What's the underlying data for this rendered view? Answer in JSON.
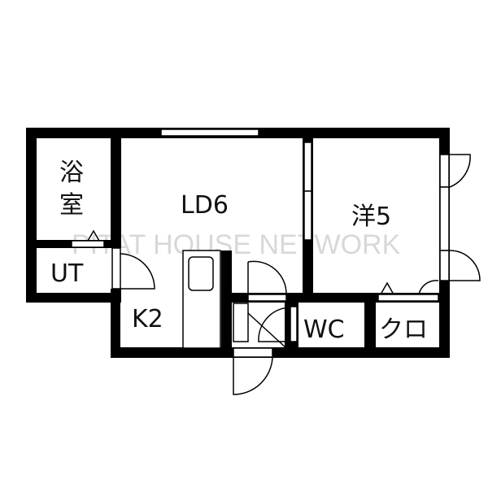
{
  "rooms": {
    "bath": "浴室",
    "bath_line1": "浴",
    "bath_line2": "室",
    "ut": "UT",
    "ld": "LD6",
    "western": "洋5",
    "kitchen": "K2",
    "wc": "WC",
    "closet": "クロ"
  },
  "watermark": "PITAT HOUSE NETWORK"
}
